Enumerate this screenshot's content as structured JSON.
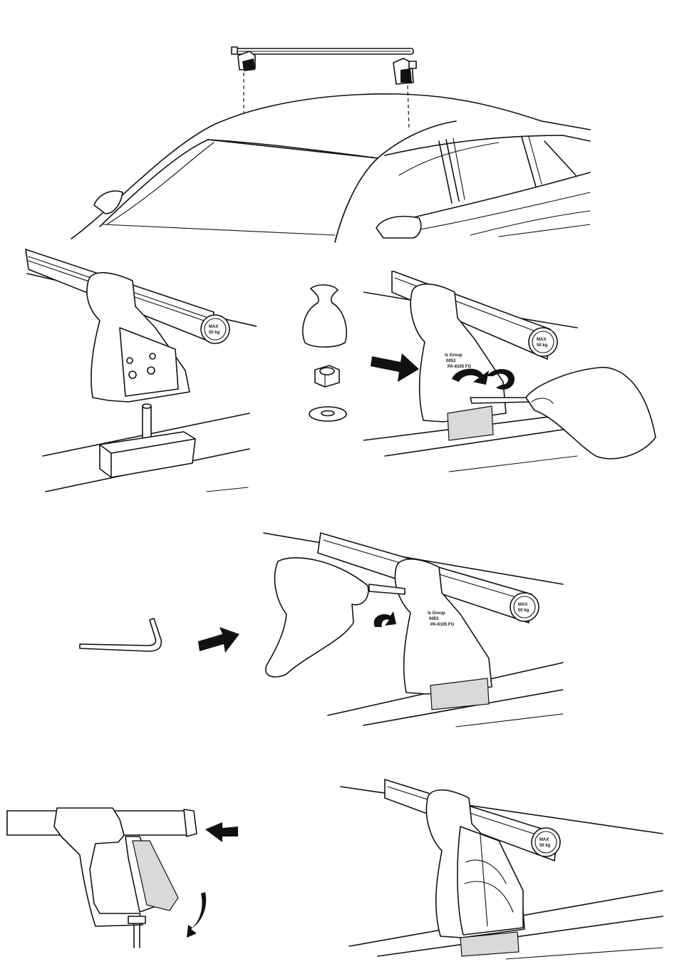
{
  "cap_label": {
    "line1": "MAX",
    "line2": "50 kg"
  },
  "foot_label": {
    "line1": "ls Group",
    "line2": "0053",
    "line3": "PA-6105 FG"
  },
  "colors": {
    "ink": "#111111",
    "paper": "#ffffff",
    "shade": "#d9d9d9"
  },
  "icons": [
    "arrow-right-icon",
    "arrow-left-icon",
    "rotate-icon",
    "bag-icon",
    "nut-icon",
    "washer-icon",
    "allen-key-icon"
  ]
}
